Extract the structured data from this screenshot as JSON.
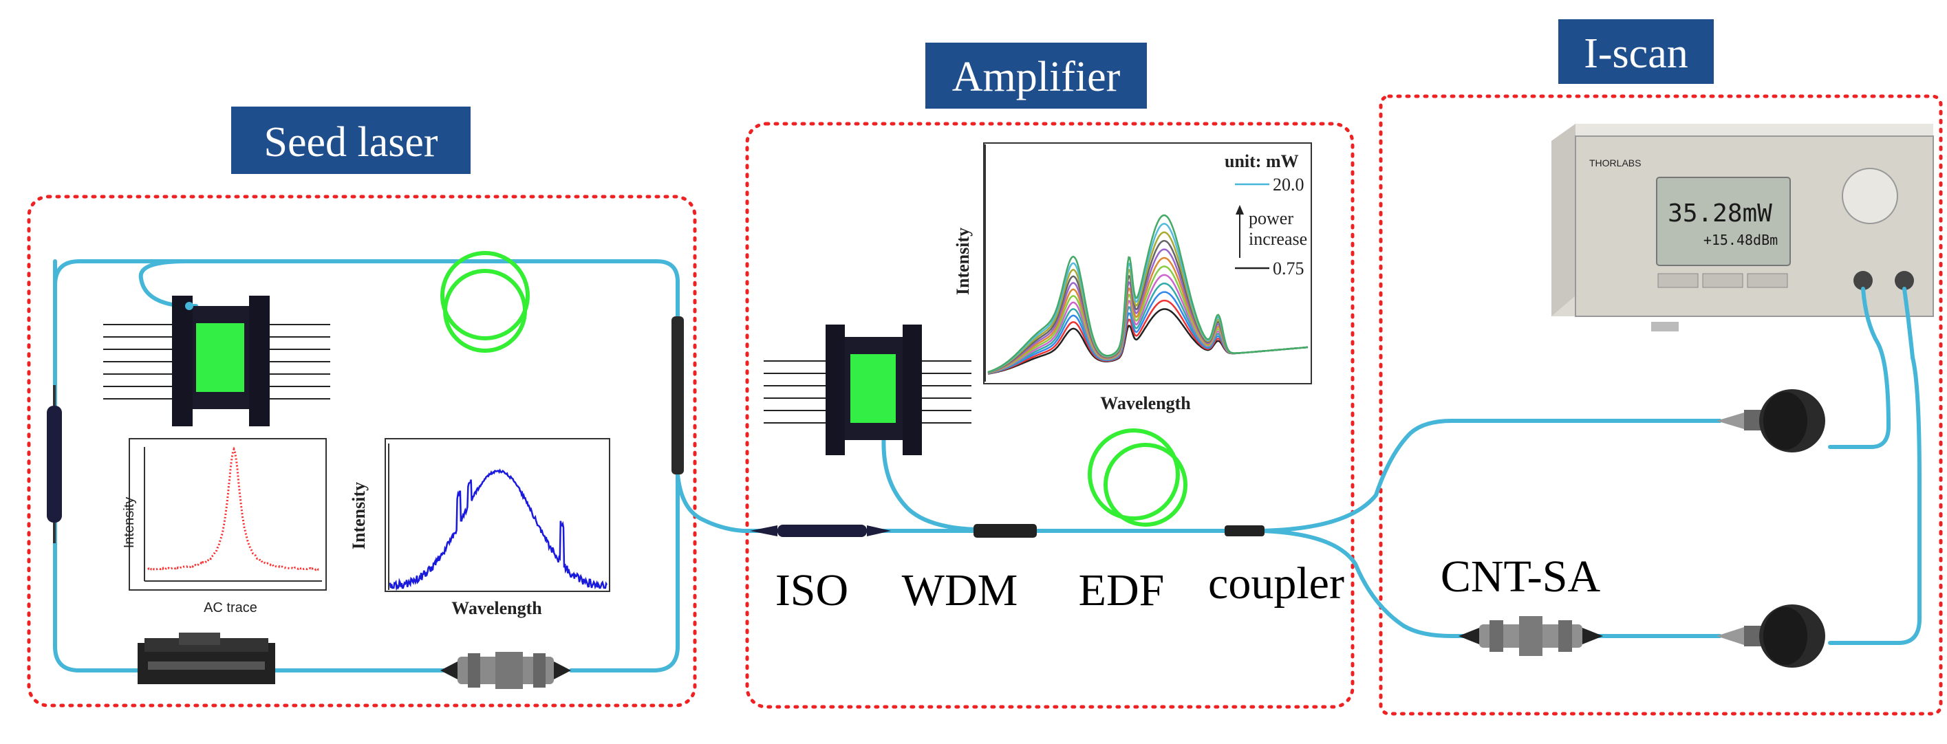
{
  "sections": {
    "seed": {
      "title": "Seed laser"
    },
    "amplifier": {
      "title": "Amplifier"
    },
    "iscan": {
      "title": "I-scan"
    }
  },
  "components": {
    "iso": "ISO",
    "wdm": "WDM",
    "edf": "EDF",
    "coupler": "coupler",
    "cnt_sa": "CNT-SA"
  },
  "insets": {
    "ac_trace": {
      "ylabel": "Intensity",
      "xlabel": "AC trace",
      "color": "#ff2a2a"
    },
    "seed_spectrum": {
      "ylabel": "Intensity",
      "xlabel": "Wavelength",
      "color": "#1a1adc"
    },
    "amp_spectrum": {
      "ylabel": "Intensity",
      "xlabel": "Wavelength",
      "legend_unit": "unit: mW",
      "legend_max": "20.0",
      "legend_arrow_text_1": "power",
      "legend_arrow_text_2": "increase",
      "legend_min": "0.75",
      "series_colors": [
        "#222222",
        "#ee3333",
        "#3388ee",
        "#33aaaa",
        "#cc66cc",
        "#88cc44",
        "#dd8833",
        "#9966cc",
        "#666666",
        "#aaaa33",
        "#55bbdd",
        "#44aa66"
      ]
    }
  },
  "power_meter": {
    "reading_main": "35.28mW",
    "reading_sub": "+15.48dBm",
    "brand": "THORLABS"
  },
  "colors": {
    "title_background": "#1f4e8c",
    "region_border": "#ee2222",
    "fiber": "#45b6d8",
    "coil": "#33ee33",
    "pump_window": "#33ee44"
  }
}
